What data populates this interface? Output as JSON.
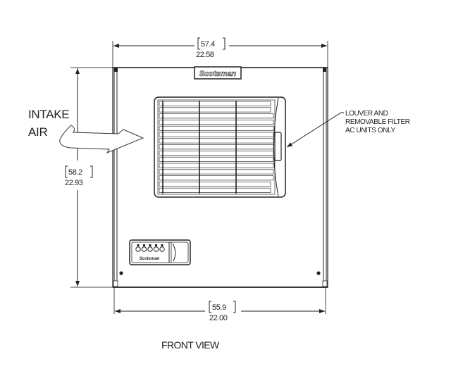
{
  "diagram": {
    "view_title": "FRONT VIEW",
    "brand": "Scotsman",
    "control_panel_brand": "Scotsman",
    "dimensions": {
      "top_width": {
        "metric": "57.4",
        "imperial": "22.58"
      },
      "height": {
        "metric": "58.2",
        "imperial": "22.93"
      },
      "bottom_width": {
        "metric": "55.9",
        "imperial": "22.00"
      }
    },
    "callouts": {
      "intake_line1": "INTAKE",
      "intake_line2": "AIR",
      "louver_line1": "LOUVER AND",
      "louver_line2": "REMOVABLE FILTER",
      "louver_line3": "AC UNITS ONLY"
    },
    "control_panel_buttons": 5,
    "louver_slats": 15
  }
}
